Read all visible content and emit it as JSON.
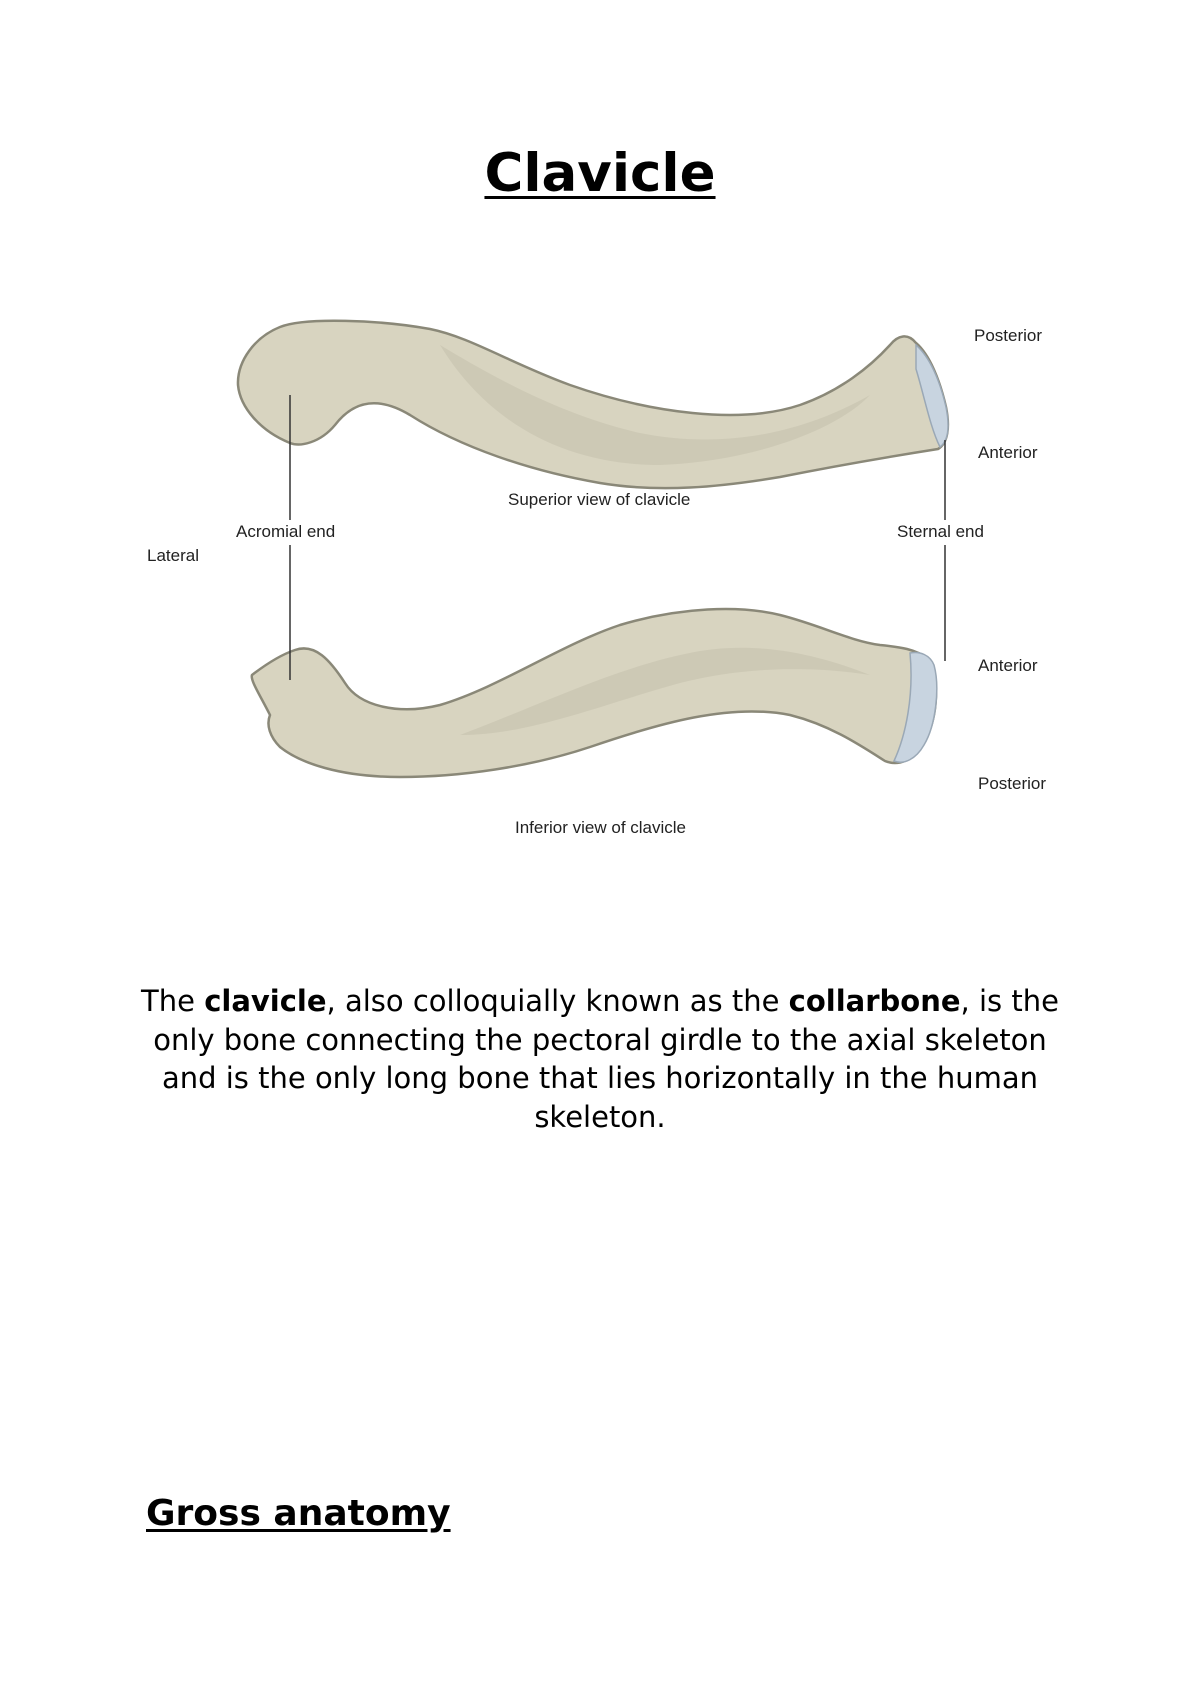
{
  "document": {
    "title": "Clavicle",
    "figure": {
      "labels": {
        "posterior_top": "Posterior",
        "anterior_top": "Anterior",
        "superior_view": "Superior view of clavicle",
        "lateral": "Lateral",
        "acromial_end": "Acromial end",
        "sternal_end": "Sternal end",
        "anterior_bottom": "Anterior",
        "posterior_bottom": "Posterior",
        "inferior_view": "Inferior view of clavicle"
      },
      "colors": {
        "bone_fill": "#d8d4c0",
        "bone_outline": "#8a8878",
        "bone_shade": "#c9c5b0",
        "cartilage": "#c8d4e0"
      }
    },
    "intro": {
      "p1": "The ",
      "term1": "clavicle",
      "p2": ", also colloquially known as the ",
      "term2": "collarbone",
      "p3": ", is the only bone connecting the pectoral girdle to the axial skeleton and is the only long bone that lies horizontally in the human skeleton."
    },
    "section_heading": "Gross anatomy"
  }
}
